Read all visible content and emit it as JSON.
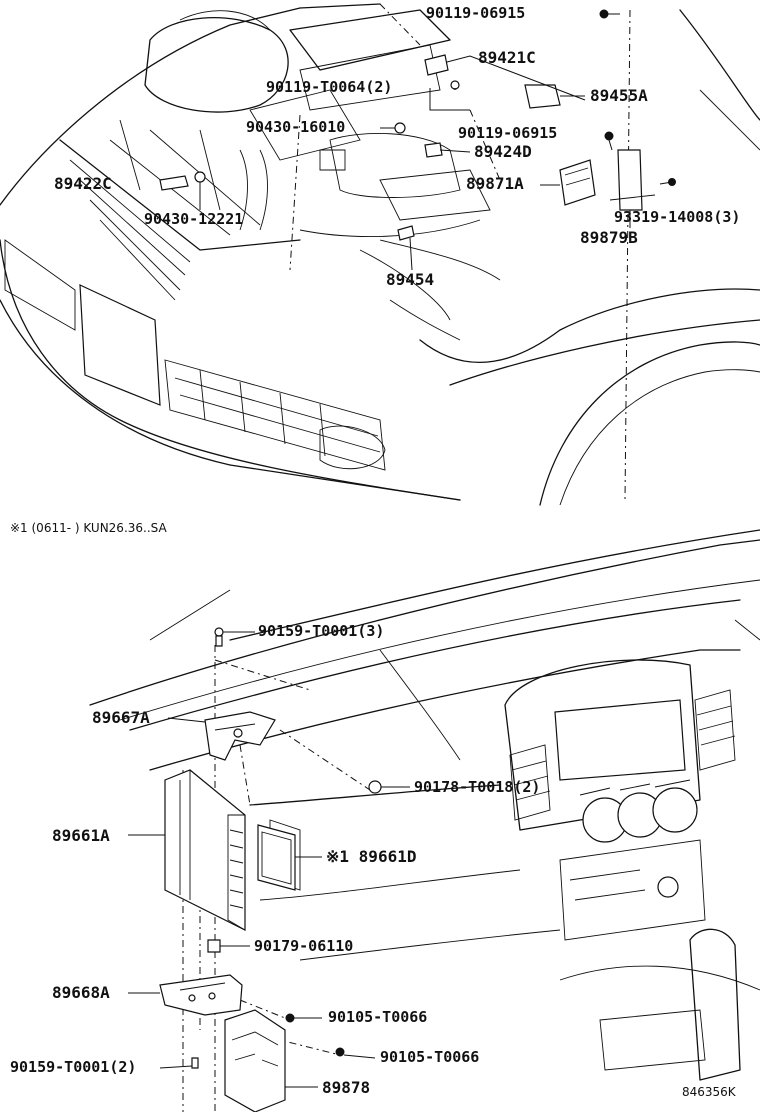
{
  "labels": {
    "p90119_06915_a": "90119-06915",
    "p89421C": "89421C",
    "p90119_T0064": "90119-T0064(2)",
    "p89455A": "89455A",
    "p90430_16010": "90430-16010",
    "p90119_06915_b": "90119-06915",
    "p89424D": "89424D",
    "p89422C": "89422C",
    "p89871A": "89871A",
    "p90430_12221": "90430-12221",
    "p93319_14008": "93319-14008(3)",
    "p89879B": "89879B",
    "p89454": "89454",
    "note": "※1 (0611-     ) KUN26.36..SA",
    "p90159_T0001_3": "90159-T0001(3)",
    "p89667A": "89667A",
    "p90178_T0018": "90178-T0018(2)",
    "p89661A": "89661A",
    "p89661D": "※1 89661D",
    "p90179_06110": "90179-06110",
    "p89668A": "89668A",
    "p90105_T0066_a": "90105-T0066",
    "p90159_T0001_2": "90159-T0001(2)",
    "p90105_T0066_b": "90105-T0066",
    "p89878": "89878",
    "code": "846356K"
  }
}
